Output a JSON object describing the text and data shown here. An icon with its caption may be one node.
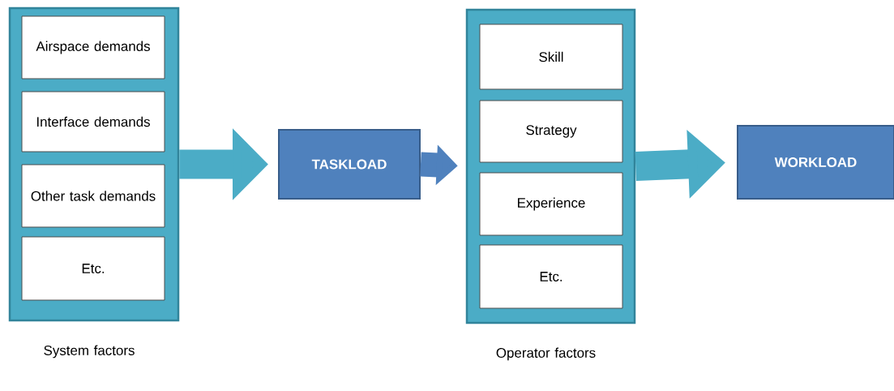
{
  "diagram": {
    "nodes": [
      {
        "text": [
          "System factors"
        ]
      },
      {
        "text": [
          "Airspace demands"
        ],
        "in": 0
      },
      {
        "text": [
          "Interface demands"
        ],
        "in": 0
      },
      {
        "text": [
          "Other task demands"
        ],
        "in": 0
      },
      {
        "text": [
          "Etc."
        ],
        "in": 0
      },
      {
        "text": [
          "TASKLOAD"
        ]
      },
      {
        "text": [
          "Operator factors"
        ]
      },
      {
        "text": [
          "Skill"
        ],
        "in": 6
      },
      {
        "text": [
          "Strategy"
        ],
        "in": 6
      },
      {
        "text": [
          "Experience"
        ],
        "in": 6
      },
      {
        "text": [
          "Etc."
        ],
        "in": 6
      },
      {
        "text": [
          "WORKLOAD"
        ]
      }
    ],
    "edges": [
      {
        "from": 0,
        "to": 5,
        "arrow": "to"
      },
      {
        "from": 5,
        "to": 6,
        "arrow": "to",
        "color": "#4f81bd"
      },
      {
        "from": 6,
        "to": 11,
        "arrow": "to"
      }
    ]
  }
}
